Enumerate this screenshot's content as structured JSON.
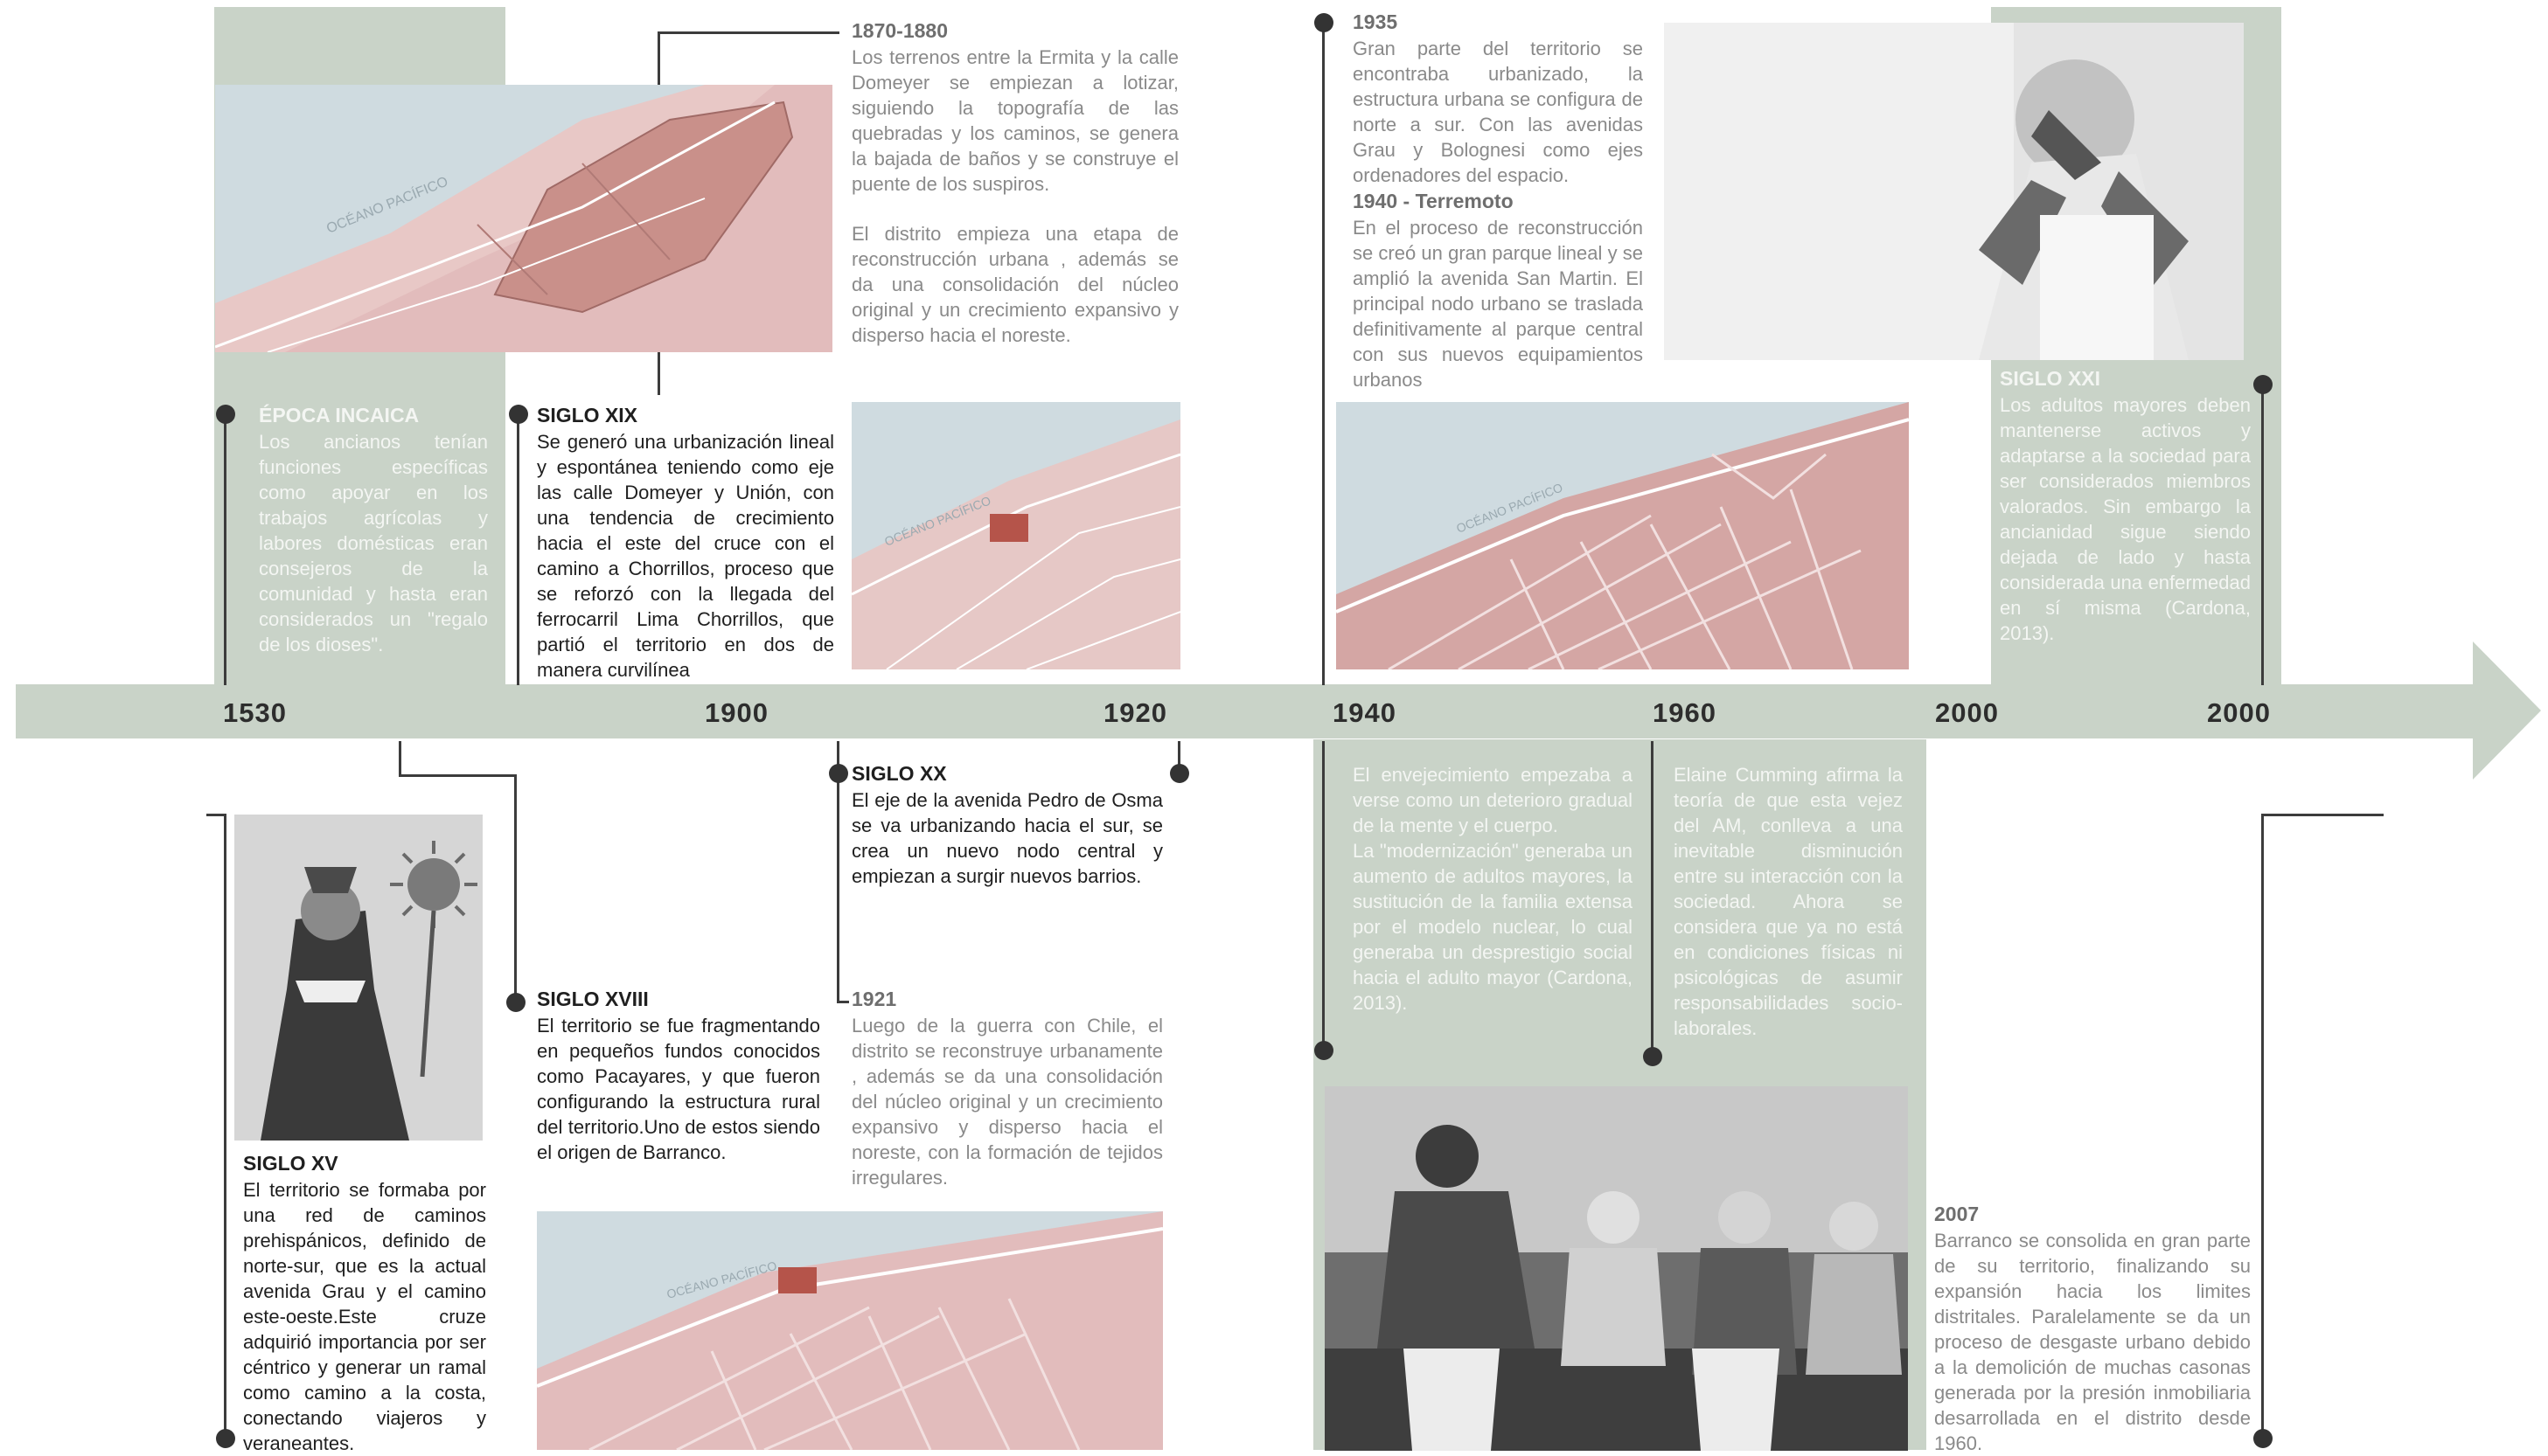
{
  "axis": {
    "years": [
      "1530",
      "1900",
      "1920",
      "1940",
      "1960",
      "2000",
      "2000"
    ]
  },
  "colors": {
    "panel": "#c9d3c8",
    "axis": "#c9d3c8",
    "line": "#3c3c3c",
    "map_land": "#e2bcbc",
    "map_zone": "#c9908a",
    "map_sea": "#cfdbe0"
  },
  "map_labels": {
    "ocean": "OCÉANO PACÍFICO"
  },
  "events": {
    "epoca_incaica": {
      "title": "ÉPOCA INCAICA",
      "text": "Los ancianos tenían funciones específicas como apoyar en los trabajos agrícolas y labores domésticas eran consejeros de la comunidad y hasta eran considerados un \"regalo de los dioses\"."
    },
    "siglo_xv": {
      "title": "SIGLO XV",
      "text": "El territorio se formaba por una red de caminos prehispánicos, definido de norte-sur, que es la actual avenida Grau y el camino este-oeste.Este cruze adquirió importancia por ser céntrico y generar un ramal como camino a la costa, conectando viajeros y veraneantes."
    },
    "siglo_xviii": {
      "title": "SIGLO XVIII",
      "text": "El territorio se fue fragmentando en pequeños fundos conocidos como Pacayares, y que fueron configurando la estructura rural del territorio.Uno de estos siendo el origen de Barranco."
    },
    "siglo_xix": {
      "title": "SIGLO XIX",
      "text": "Se generó una urbanización lineal y espontánea teniendo como eje las calle Domeyer y Unión, con una tendencia de crecimiento hacia el este del cruce con el camino a Chorrillos, proceso que se reforzó con la llegada del ferrocarril Lima Chorrillos, que partió el territorio en dos de manera curvilínea"
    },
    "y1870": {
      "title": "1870-1880",
      "text1": "Los terrenos entre la Ermita y la calle Domeyer se empiezan a lotizar, siguiendo la topografía de las quebradas y los caminos, se genera la bajada de baños y se construye el puente de los suspiros.",
      "text2": "El distrito empieza una etapa de reconstrucción urbana , además se da una consolidación del núcleo original y un crecimiento expansivo y disperso hacia el noreste."
    },
    "siglo_xx": {
      "title": "SIGLO XX",
      "text": "El eje de la avenida Pedro de Osma se va urbanizando hacia el sur, se crea un nuevo nodo central y empiezan a surgir nuevos barrios."
    },
    "y1921": {
      "title": "1921",
      "text": "Luego de la guerra con Chile, el distrito se reconstruye urbanamente , además se da una consolidación del núcleo original y un crecimiento expansivo y disperso hacia el noreste, con la formación de tejidos irregulares."
    },
    "y1935": {
      "title": "1935",
      "text": "Gran parte del territorio se encontraba urbanizado, la estructura urbana se configura de norte a sur. Con las avenidas Grau y Bolognesi como ejes ordenadores del espacio.",
      "title2": "1940 - Terremoto",
      "text2": "En el proceso de reconstrucción se creó un gran parque lineal y se amplió la avenida San Martin. El principal nodo urbano se traslada definitivamente al parque central con sus nuevos equipamientos urbanos"
    },
    "envejecimiento": {
      "text": "El envejecimiento empezaba a verse como un deterioro gradual de la mente y el cuerpo.",
      "text2": "La \"modernización\" generaba un aumento de adultos mayores, la sustitución de la familia extensa por el modelo nuclear, lo cual generaba un desprestigio social hacia el adulto mayor (Cardona, 2013)."
    },
    "cumming": {
      "text": "Elaine Cumming afirma la teoría de que esta vejez del AM, conlleva a una inevitable disminución entre su interacción con la sociedad. Ahora se considera que ya no está en condiciones físicas ni psicológicas de asumir responsabilidades socio-laborales."
    },
    "siglo_xxi": {
      "title": "SIGLO XXI",
      "text": "Los adultos mayores deben mantenerse activos y adaptarse a la sociedad para ser considerados miembros valorados. Sin embargo la ancianidad sigue siendo dejada de lado y hasta considerada una enfermedad en sí misma (Cardona, 2013)."
    },
    "y2007": {
      "title": "2007",
      "text": "Barranco se consolida en gran parte de su territorio, finalizando su expansión hacia los limites distritales. Paralelamente se da un proceso de desgaste urbano debido a la demolición de muchas casonas generada por la presión inmobiliaria desarrollada en el distrito desde 1960."
    }
  }
}
